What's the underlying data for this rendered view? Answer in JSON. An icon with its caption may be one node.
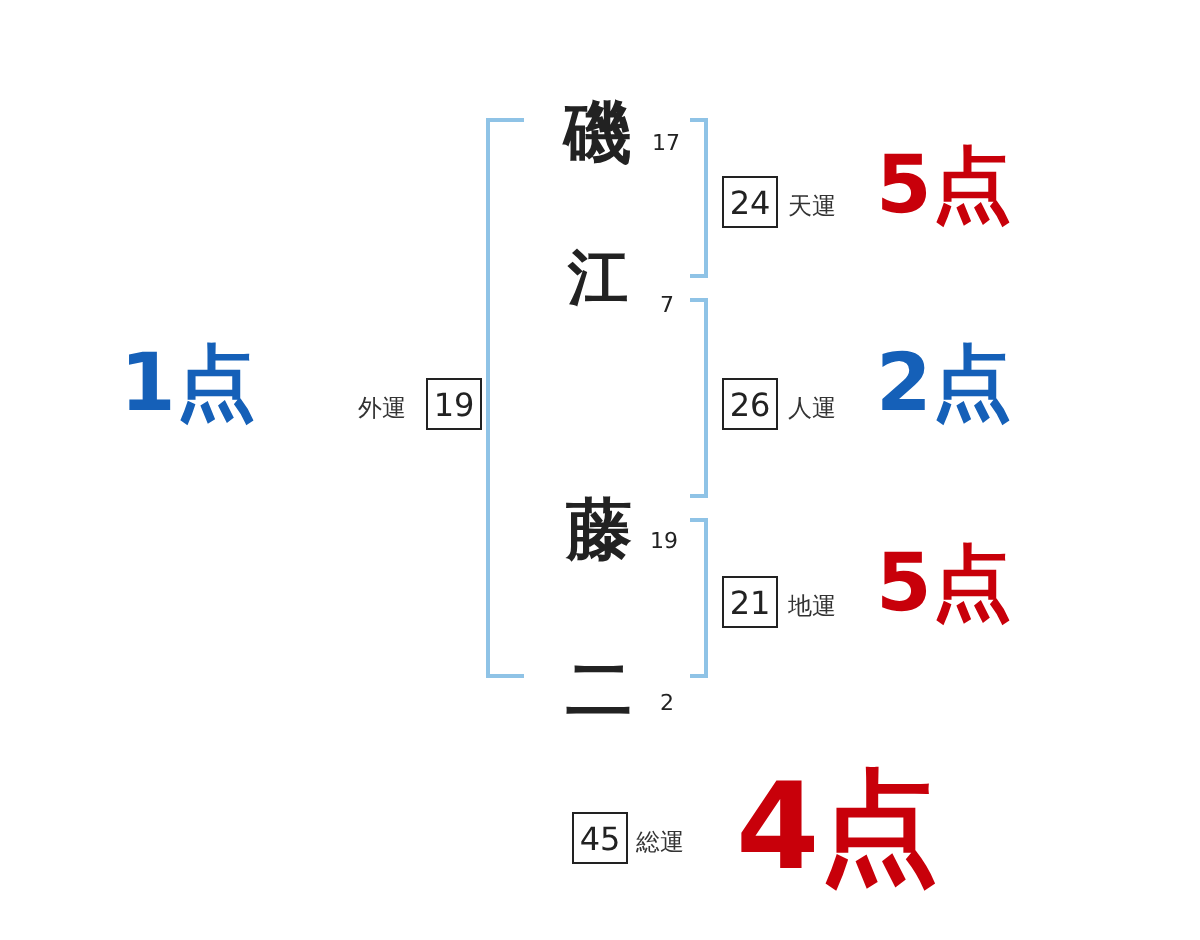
{
  "diagram": {
    "nodes": [
      {
        "text": [
          "24"
        ],
        "beside": [
          "天運"
        ]
      },
      {
        "text": [
          "19"
        ],
        "beside": [
          "外運"
        ]
      },
      {
        "text": [
          "26"
        ],
        "beside": [
          "人運"
        ]
      },
      {
        "text": [
          "21"
        ],
        "beside": [
          "地運"
        ]
      },
      {
        "text": [
          "45"
        ],
        "beside": [
          "総運"
        ]
      }
    ],
    "labels": [
      "磯",
      "17",
      "5点",
      "江",
      "7",
      "1点",
      "2点",
      "藤",
      "19",
      "5点",
      "二",
      "2",
      "4点"
    ]
  }
}
